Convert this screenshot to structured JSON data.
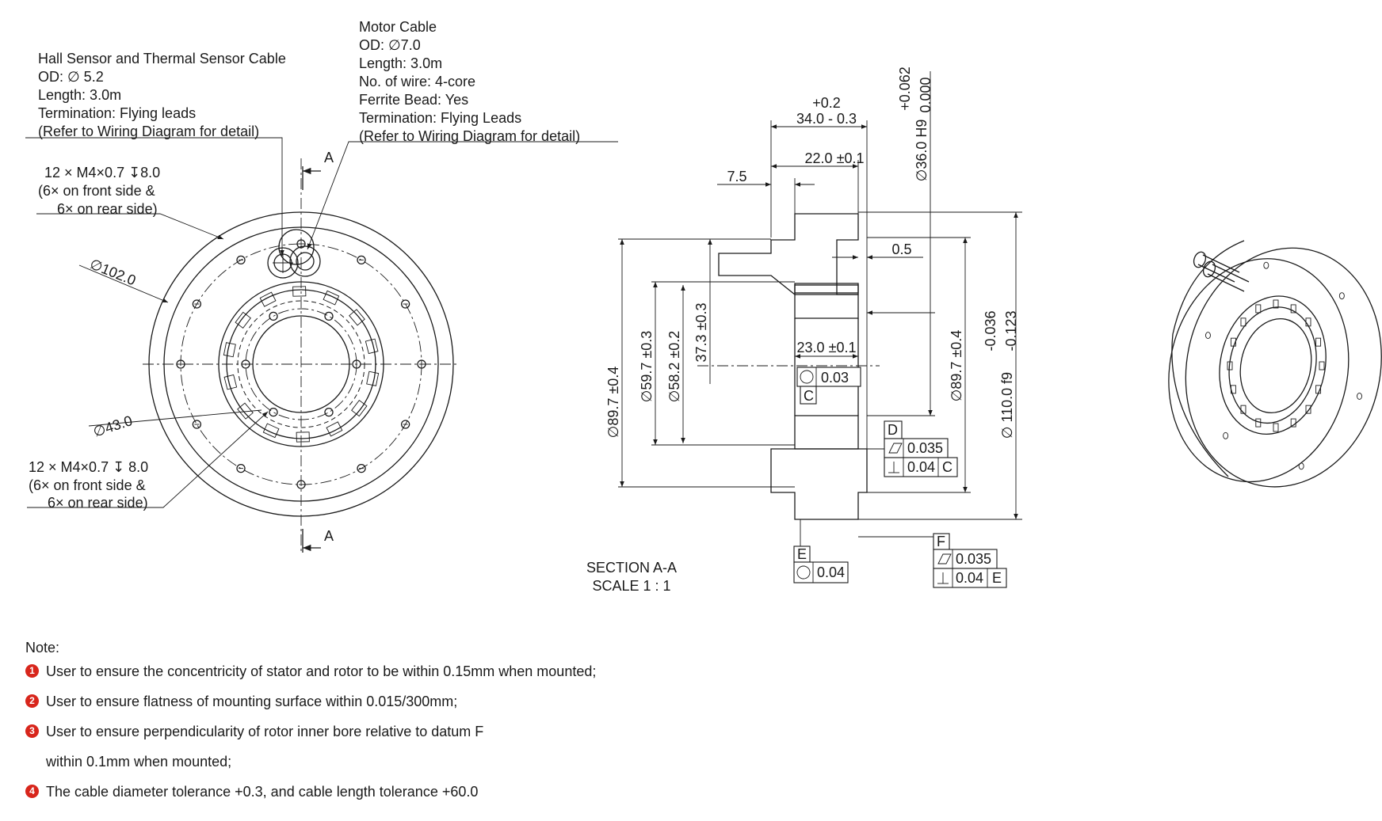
{
  "front_view": {
    "hall_cable": {
      "lines": [
        "Hall Sensor and Thermal Sensor Cable",
        "OD:  ∅ 5.2",
        "Length: 3.0m",
        "Termination: Flying leads",
        "(Refer to Wiring Diagram for detail)"
      ]
    },
    "motor_cable": {
      "lines": [
        "Motor Cable",
        "OD:  ∅7.0",
        "Length: 3.0m",
        "No. of wire: 4-core",
        "Ferrite Bead: Yes",
        "Termination: Flying Leads",
        "(Refer to Wiring Diagram for detail)"
      ]
    },
    "holes_top": {
      "lines": [
        "12 × M4×0.7  ↧8.0",
        "(6× on front side &",
        "6× on rear side)"
      ]
    },
    "holes_bottom": {
      "lines": [
        "12 × M4×0.7  ↧ 8.0",
        "(6× on front side &",
        "6× on rear side)"
      ]
    },
    "dia_outer": "∅102.0",
    "dia_inner": "∅43.0",
    "section_mark_top": "A",
    "section_mark_bottom": "A"
  },
  "section_view": {
    "width_tol_top": "+0.2",
    "width_dim": "34.0 - 0.3",
    "dim_22": "22.0 ±0.1",
    "dim_7_5": "7.5",
    "dim_0_5": "0.5",
    "dim_23": "23.0 ±0.1",
    "bore_dim": "∅36.0  H9",
    "bore_tol_upper": "+0.062",
    "bore_tol_lower": "0.000",
    "dia_89_7_left": "∅89.7 ±0.4",
    "dia_59_7": "∅59.7 ±0.3",
    "dia_58_2": "∅58.2 ±0.2",
    "dim_37_3": "37.3 ±0.3",
    "dia_89_7_right": "∅89.7 ±0.4",
    "od_dim": "∅ 110.0  f9",
    "od_tol_upper": "-0.036",
    "od_tol_lower": "-0.123",
    "fcf_c": {
      "tol": "0.03",
      "datum": "C"
    },
    "fcf_d": {
      "datum": "D",
      "flatness": "0.035",
      "perp": "0.04",
      "perp_ref": "C"
    },
    "fcf_e": {
      "datum": "E",
      "tol": "0.04"
    },
    "fcf_f": {
      "datum": "F",
      "flatness": "0.035",
      "perp": "0.04",
      "perp_ref": "E"
    },
    "section_title": "SECTION A-A",
    "section_scale": "SCALE 1 : 1"
  },
  "notes": {
    "title": "Note:",
    "items": [
      {
        "num": "1",
        "text": "User to ensure the concentricity of stator and rotor to be within 0.15mm when mounted;"
      },
      {
        "num": "2",
        "text": "User to ensure flatness of mounting surface within 0.015/300mm;"
      },
      {
        "num": "3",
        "text": "User to ensure perpendicularity of rotor inner bore relative to datum F"
      },
      {
        "num": "",
        "text": "within 0.1mm when mounted;"
      },
      {
        "num": "4",
        "text": "The cable diameter tolerance +0.3, and cable length tolerance +60.0"
      }
    ],
    "badge_color": "#d8261c"
  }
}
